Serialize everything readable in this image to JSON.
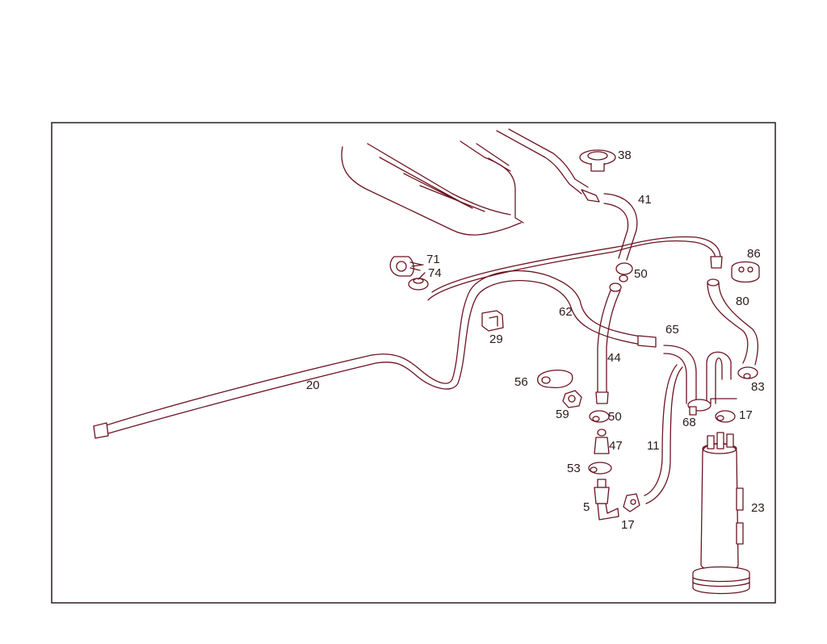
{
  "diagram": {
    "part_labels": {
      "p38": "38",
      "p41": "41",
      "p86": "86",
      "p71": "71",
      "p74": "74",
      "p50a": "50",
      "p80": "80",
      "p62": "62",
      "p29": "29",
      "p65": "65",
      "p44": "44",
      "p20": "20",
      "p56": "56",
      "p83": "83",
      "p59": "59",
      "p50b": "50",
      "p68": "68",
      "p17a": "17",
      "p11": "11",
      "p47": "47",
      "p53": "53",
      "p23": "23",
      "p5": "5",
      "p17b": "17"
    },
    "line_color": "#6b1420"
  }
}
